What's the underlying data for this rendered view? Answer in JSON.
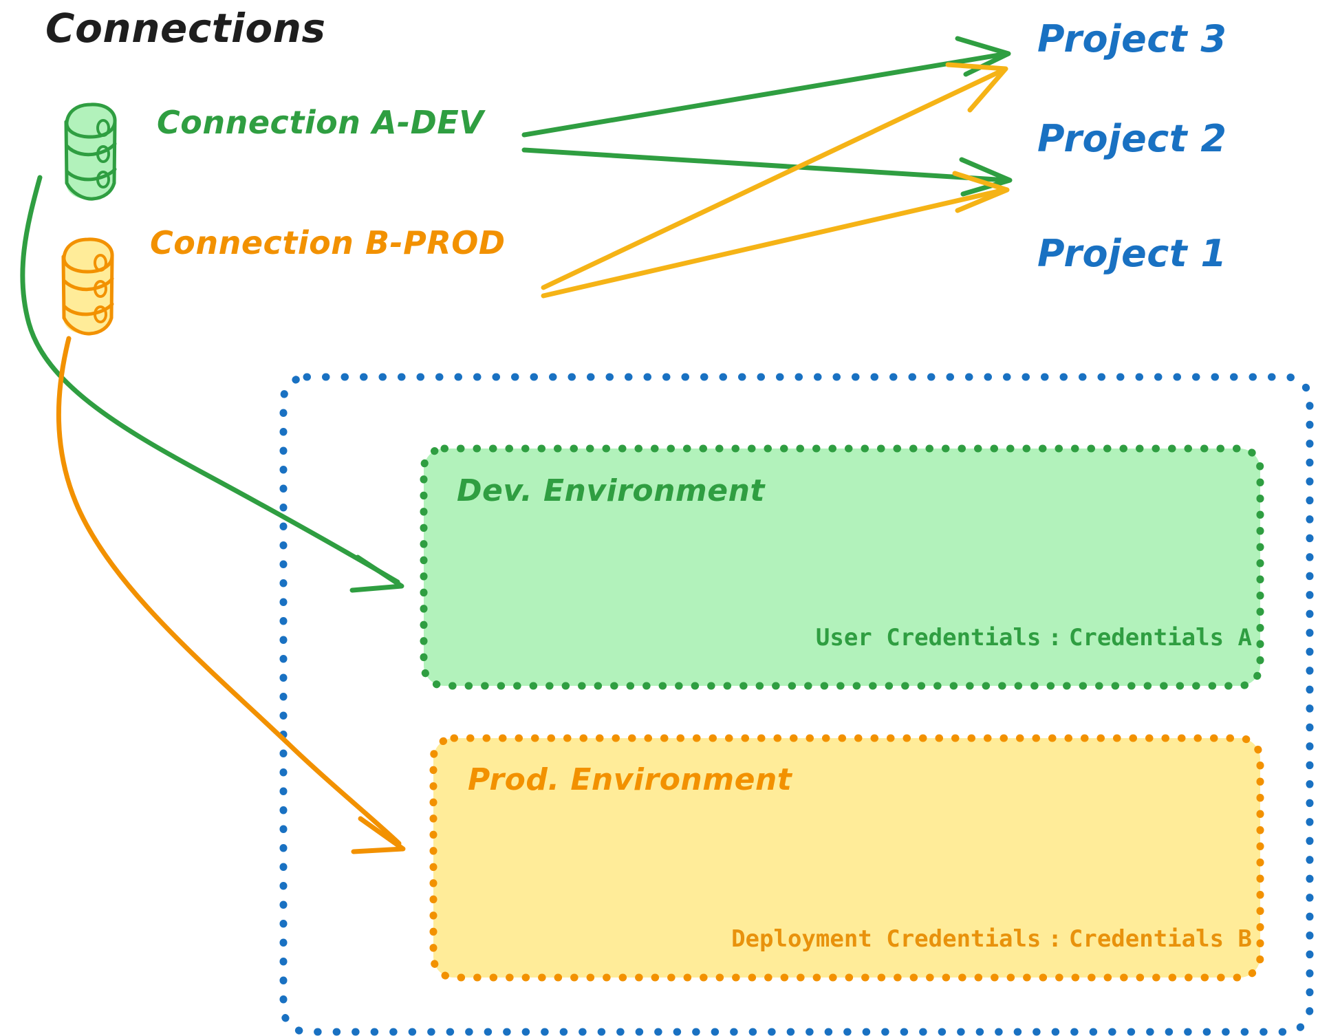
{
  "diagram": {
    "title": "Connections",
    "title_color": "#1e1e1e",
    "background": "#ffffff"
  },
  "connections": {
    "section_label": "Connections",
    "items": [
      {
        "id": "connection-a-dev",
        "label": "Connection A-DEV",
        "icon": "database-cylinder-icon",
        "color": "#2f9e41",
        "fill": "#b2f2bb",
        "targets": [
          "Project 3",
          "Project 2",
          "Dev. Environment"
        ]
      },
      {
        "id": "connection-b-prod",
        "label": "Connection B-PROD",
        "icon": "database-cylinder-icon",
        "color": "#f29100",
        "fill": "#ffec99",
        "targets": [
          "Project 3",
          "Project 2",
          "Prod. Environment"
        ]
      }
    ]
  },
  "projects": [
    {
      "id": "project-3",
      "label": "Project 3",
      "color": "#1971c2"
    },
    {
      "id": "project-2",
      "label": "Project 2",
      "color": "#1971c2"
    },
    {
      "id": "project-1",
      "label": "Project 1",
      "color": "#1971c2"
    }
  ],
  "project_1_container": {
    "label": "Project 1",
    "border_color": "#1971c2",
    "border_style": "dotted",
    "environments": [
      {
        "id": "dev-environment",
        "title": "Dev. Environment",
        "border_color": "#2f9e41",
        "fill_color": "#b2f2bb",
        "text_color": "#2f9e41",
        "credential": {
          "key": "User Credentials",
          "separator": ":",
          "value": "Credentials A"
        }
      },
      {
        "id": "prod-environment",
        "title": "Prod. Environment",
        "border_color": "#f29100",
        "fill_color": "#ffec99",
        "text_color": "#e8920c",
        "credential": {
          "key": "Deployment Credentials",
          "separator": ":",
          "value": "Credentials B"
        }
      }
    ]
  },
  "arrows": [
    {
      "from": "Connection A-DEV",
      "to": "Project 3",
      "color": "#2f9e41"
    },
    {
      "from": "Connection A-DEV",
      "to": "Project 2",
      "color": "#2f9e41"
    },
    {
      "from": "Connection A-DEV",
      "to": "Dev. Environment",
      "color": "#2f9e41"
    },
    {
      "from": "Connection B-PROD",
      "to": "Project 3",
      "color": "#f29100"
    },
    {
      "from": "Connection B-PROD",
      "to": "Project 2",
      "color": "#f29100"
    },
    {
      "from": "Connection B-PROD",
      "to": "Prod. Environment",
      "color": "#f29100"
    }
  ]
}
